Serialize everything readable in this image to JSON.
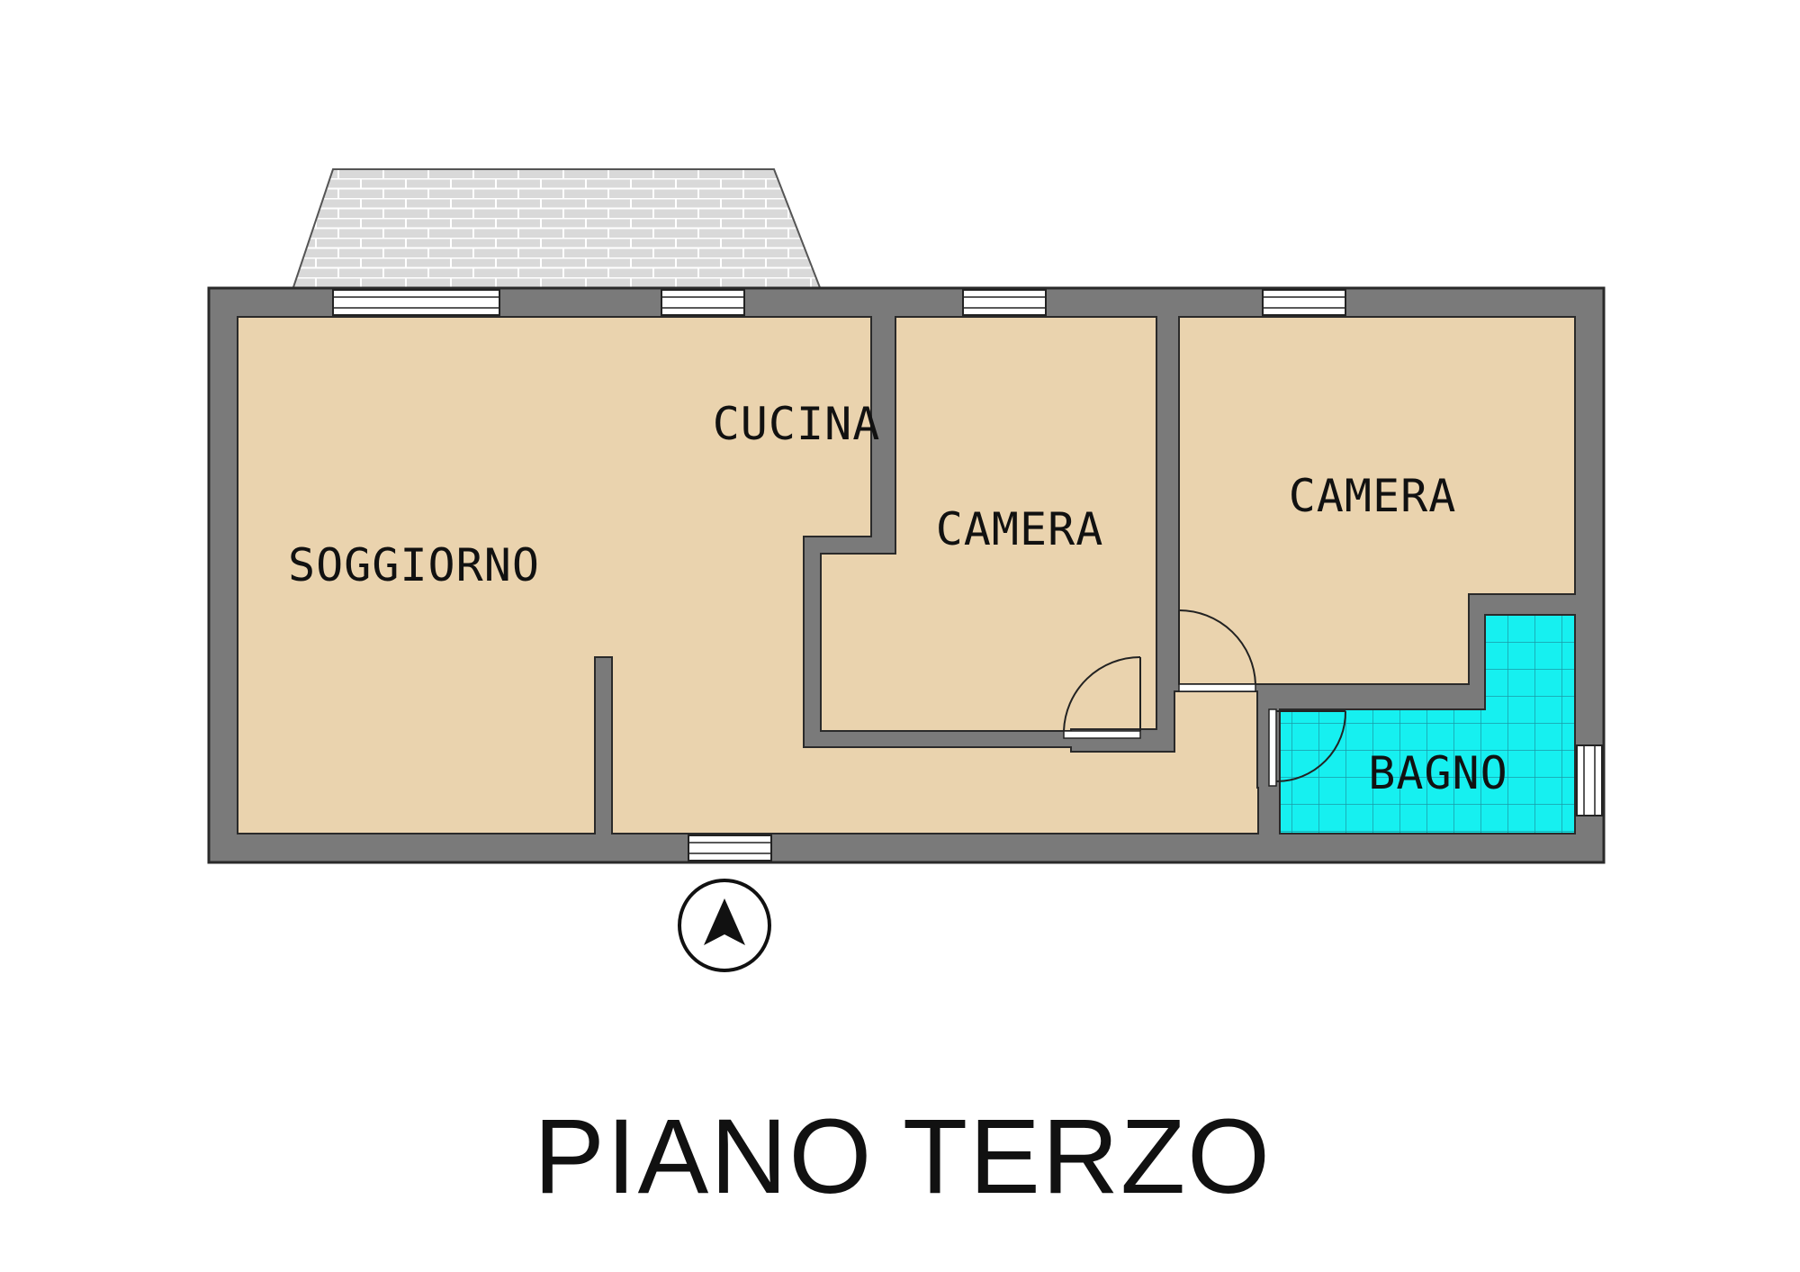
{
  "plan": {
    "title": "PIANO TERZO",
    "rooms": {
      "soggiorno": "SOGGIORNO",
      "cucina": "CUCINA",
      "camera_1": "CAMERA",
      "camera_2": "CAMERA",
      "bagno": "BAGNO"
    },
    "icons": {
      "north_arrow": "north-arrow-icon",
      "balcony": "balcony-tiles",
      "window": "window",
      "door": "door-swing"
    },
    "colors": {
      "wall": "#7a7a7a",
      "wall_outline": "#2a2a2a",
      "floor": "#ead3ae",
      "bathroom_tiles": "#16f0f0",
      "bathroom_grid": "#1a9aa8",
      "balcony": "#d8d8d8",
      "text": "#111111"
    }
  }
}
